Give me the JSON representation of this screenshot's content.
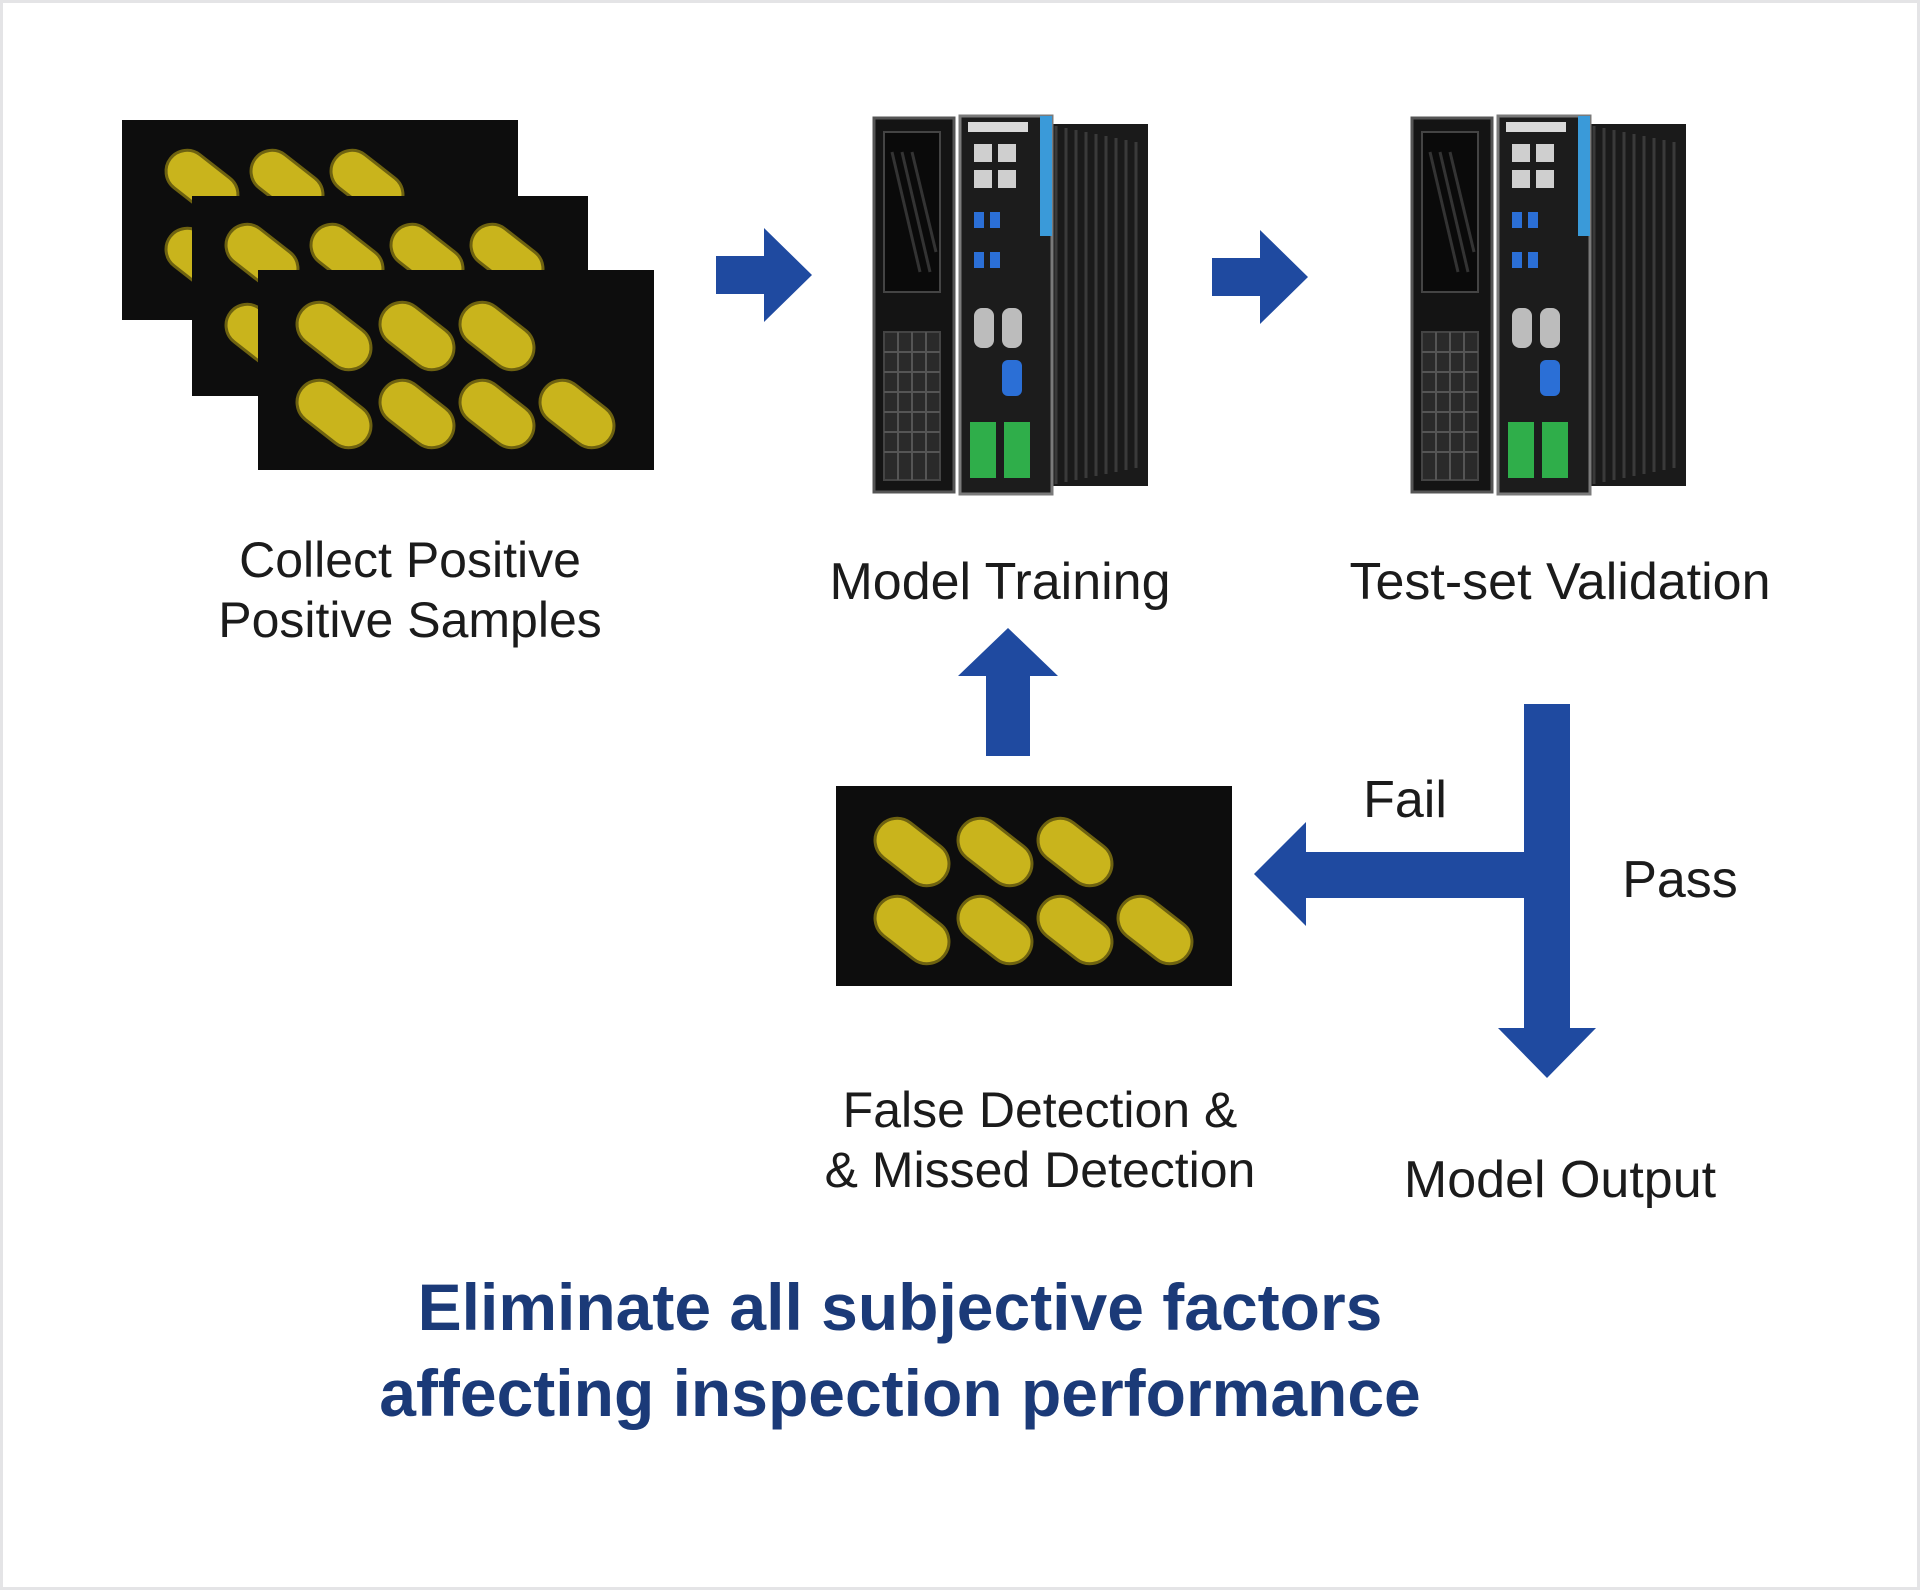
{
  "steps": {
    "collect": {
      "line1": "Collect Positive",
      "line2": "Positive Samples"
    },
    "training": {
      "label": "Model Training"
    },
    "validation": {
      "label": "Test-set Validation"
    },
    "false_detection": {
      "line1": "False Detection &",
      "line2": "& Missed Detection"
    },
    "output": {
      "label": "Model Output"
    }
  },
  "branches": {
    "fail": "Fail",
    "pass": "Pass"
  },
  "tagline": {
    "line1": "Eliminate all subjective factors",
    "line2": "affecting inspection performance"
  },
  "colors": {
    "arrow": "#1f4aa0",
    "pill": "#c9b41c",
    "image_bg": "#0d0d0d",
    "tagline": "#1b3a78",
    "computer_accent": "#3a9ad9"
  }
}
